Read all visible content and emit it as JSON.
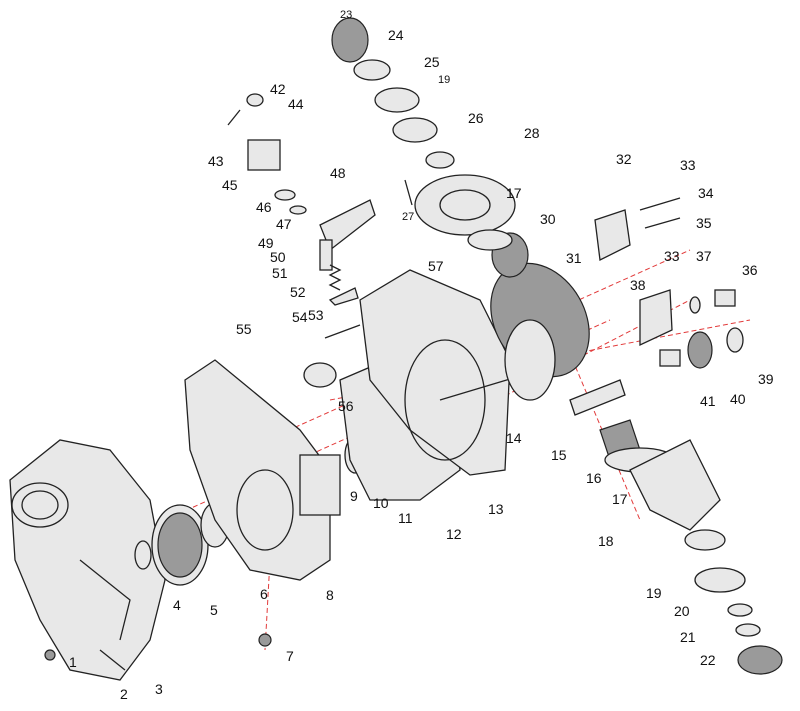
{
  "diagram": {
    "type": "exploded-parts-diagram",
    "labels": [
      "23",
      "24",
      "25",
      "19",
      "26",
      "28",
      "42",
      "44",
      "43",
      "45",
      "46",
      "48",
      "47",
      "49",
      "50",
      "51",
      "52",
      "53",
      "27",
      "17",
      "30",
      "31",
      "57",
      "32",
      "33",
      "34",
      "35",
      "33",
      "37",
      "36",
      "38",
      "55",
      "54",
      "39",
      "40",
      "41",
      "14",
      "15",
      "16",
      "56",
      "17",
      "18",
      "9",
      "10",
      "11",
      "12",
      "13",
      "6",
      "8",
      "4",
      "5",
      "19",
      "20",
      "21",
      "22",
      "1",
      "7",
      "2",
      "3"
    ]
  }
}
